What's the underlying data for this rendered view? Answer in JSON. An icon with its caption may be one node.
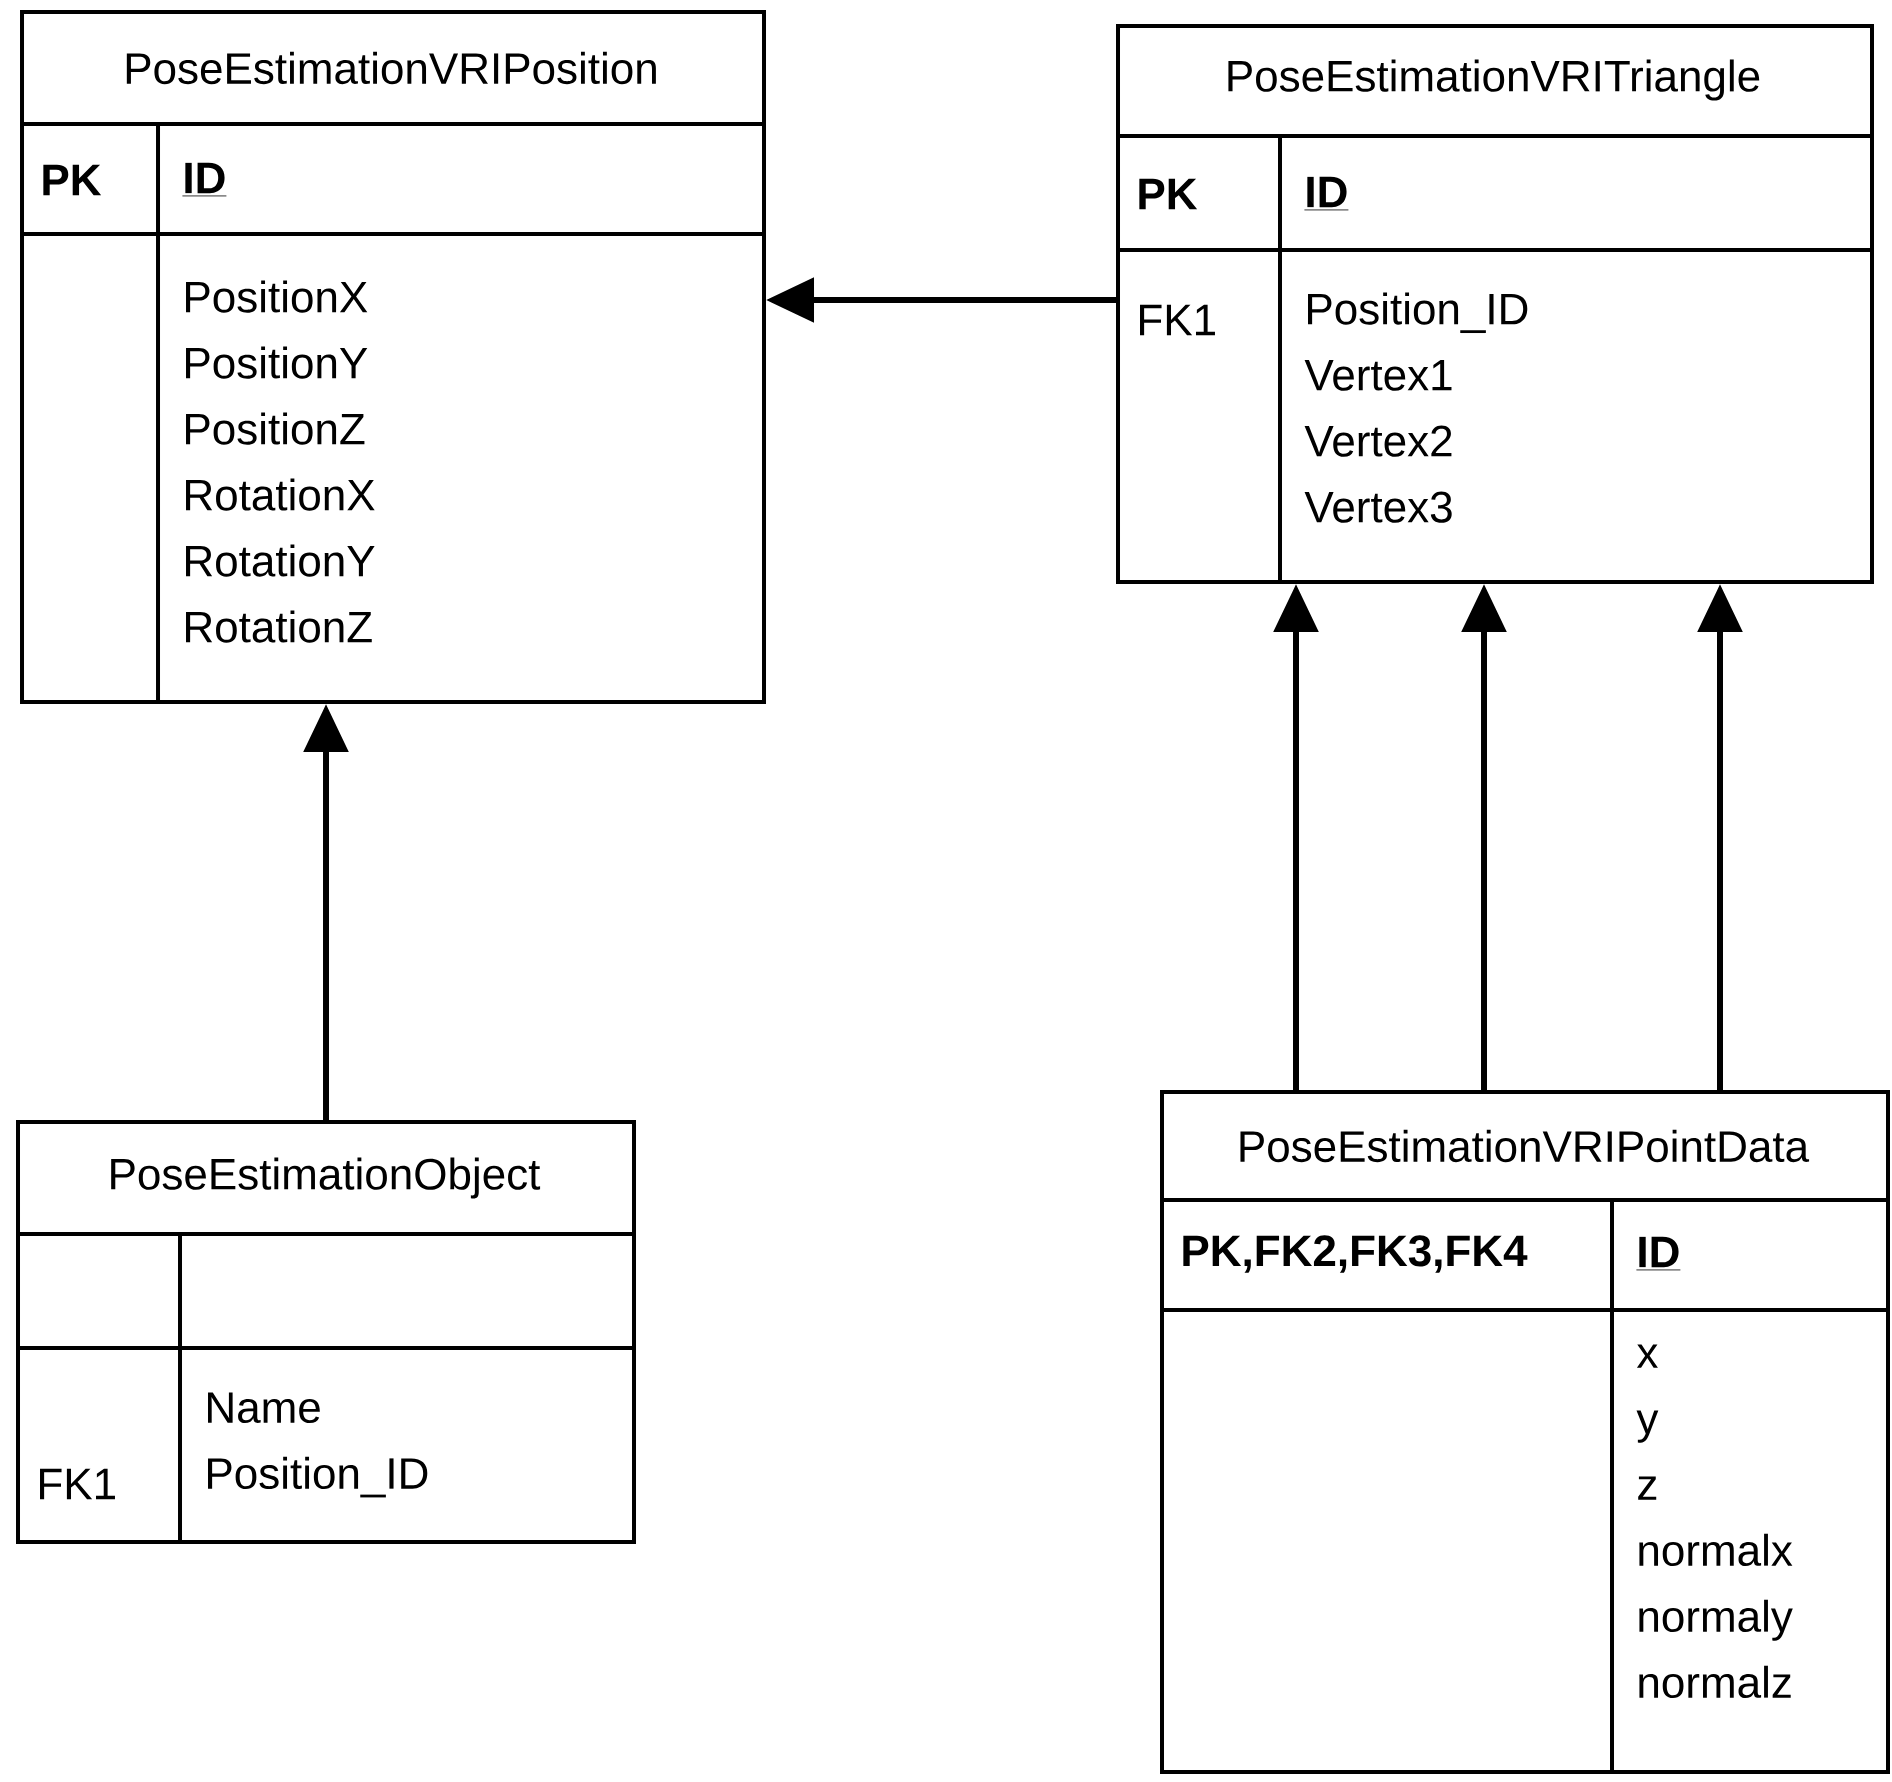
{
  "diagram": {
    "nodes": [
      {
        "text": [
          "PoseEstimationVRIPosition",
          "PK",
          "ID",
          "PositionX PositionY PositionZ RotationX RotationY RotationZ"
        ]
      },
      {
        "text": [
          "PoseEstimationVRITriangle",
          "PK",
          "ID",
          "FK1",
          "Position_ID Vertex1 Vertex2 Vertex3"
        ]
      },
      {
        "text": [
          "PoseEstimationObject",
          "FK1",
          "Name Position_ID"
        ]
      },
      {
        "text": [
          "PoseEstimationVRIPointData",
          "PK,FK2,FK3,FK4",
          "ID",
          "x y z normalx normaly normalz"
        ]
      }
    ],
    "edges": [
      {
        "from": 1,
        "to": 0,
        "arrow": "to"
      },
      {
        "from": 2,
        "to": 0,
        "arrow": "to"
      },
      {
        "from": 3,
        "to": 1,
        "arrow": "to"
      },
      {
        "from": 3,
        "to": 1,
        "arrow": "to"
      },
      {
        "from": 3,
        "to": 1,
        "arrow": "to"
      }
    ]
  }
}
